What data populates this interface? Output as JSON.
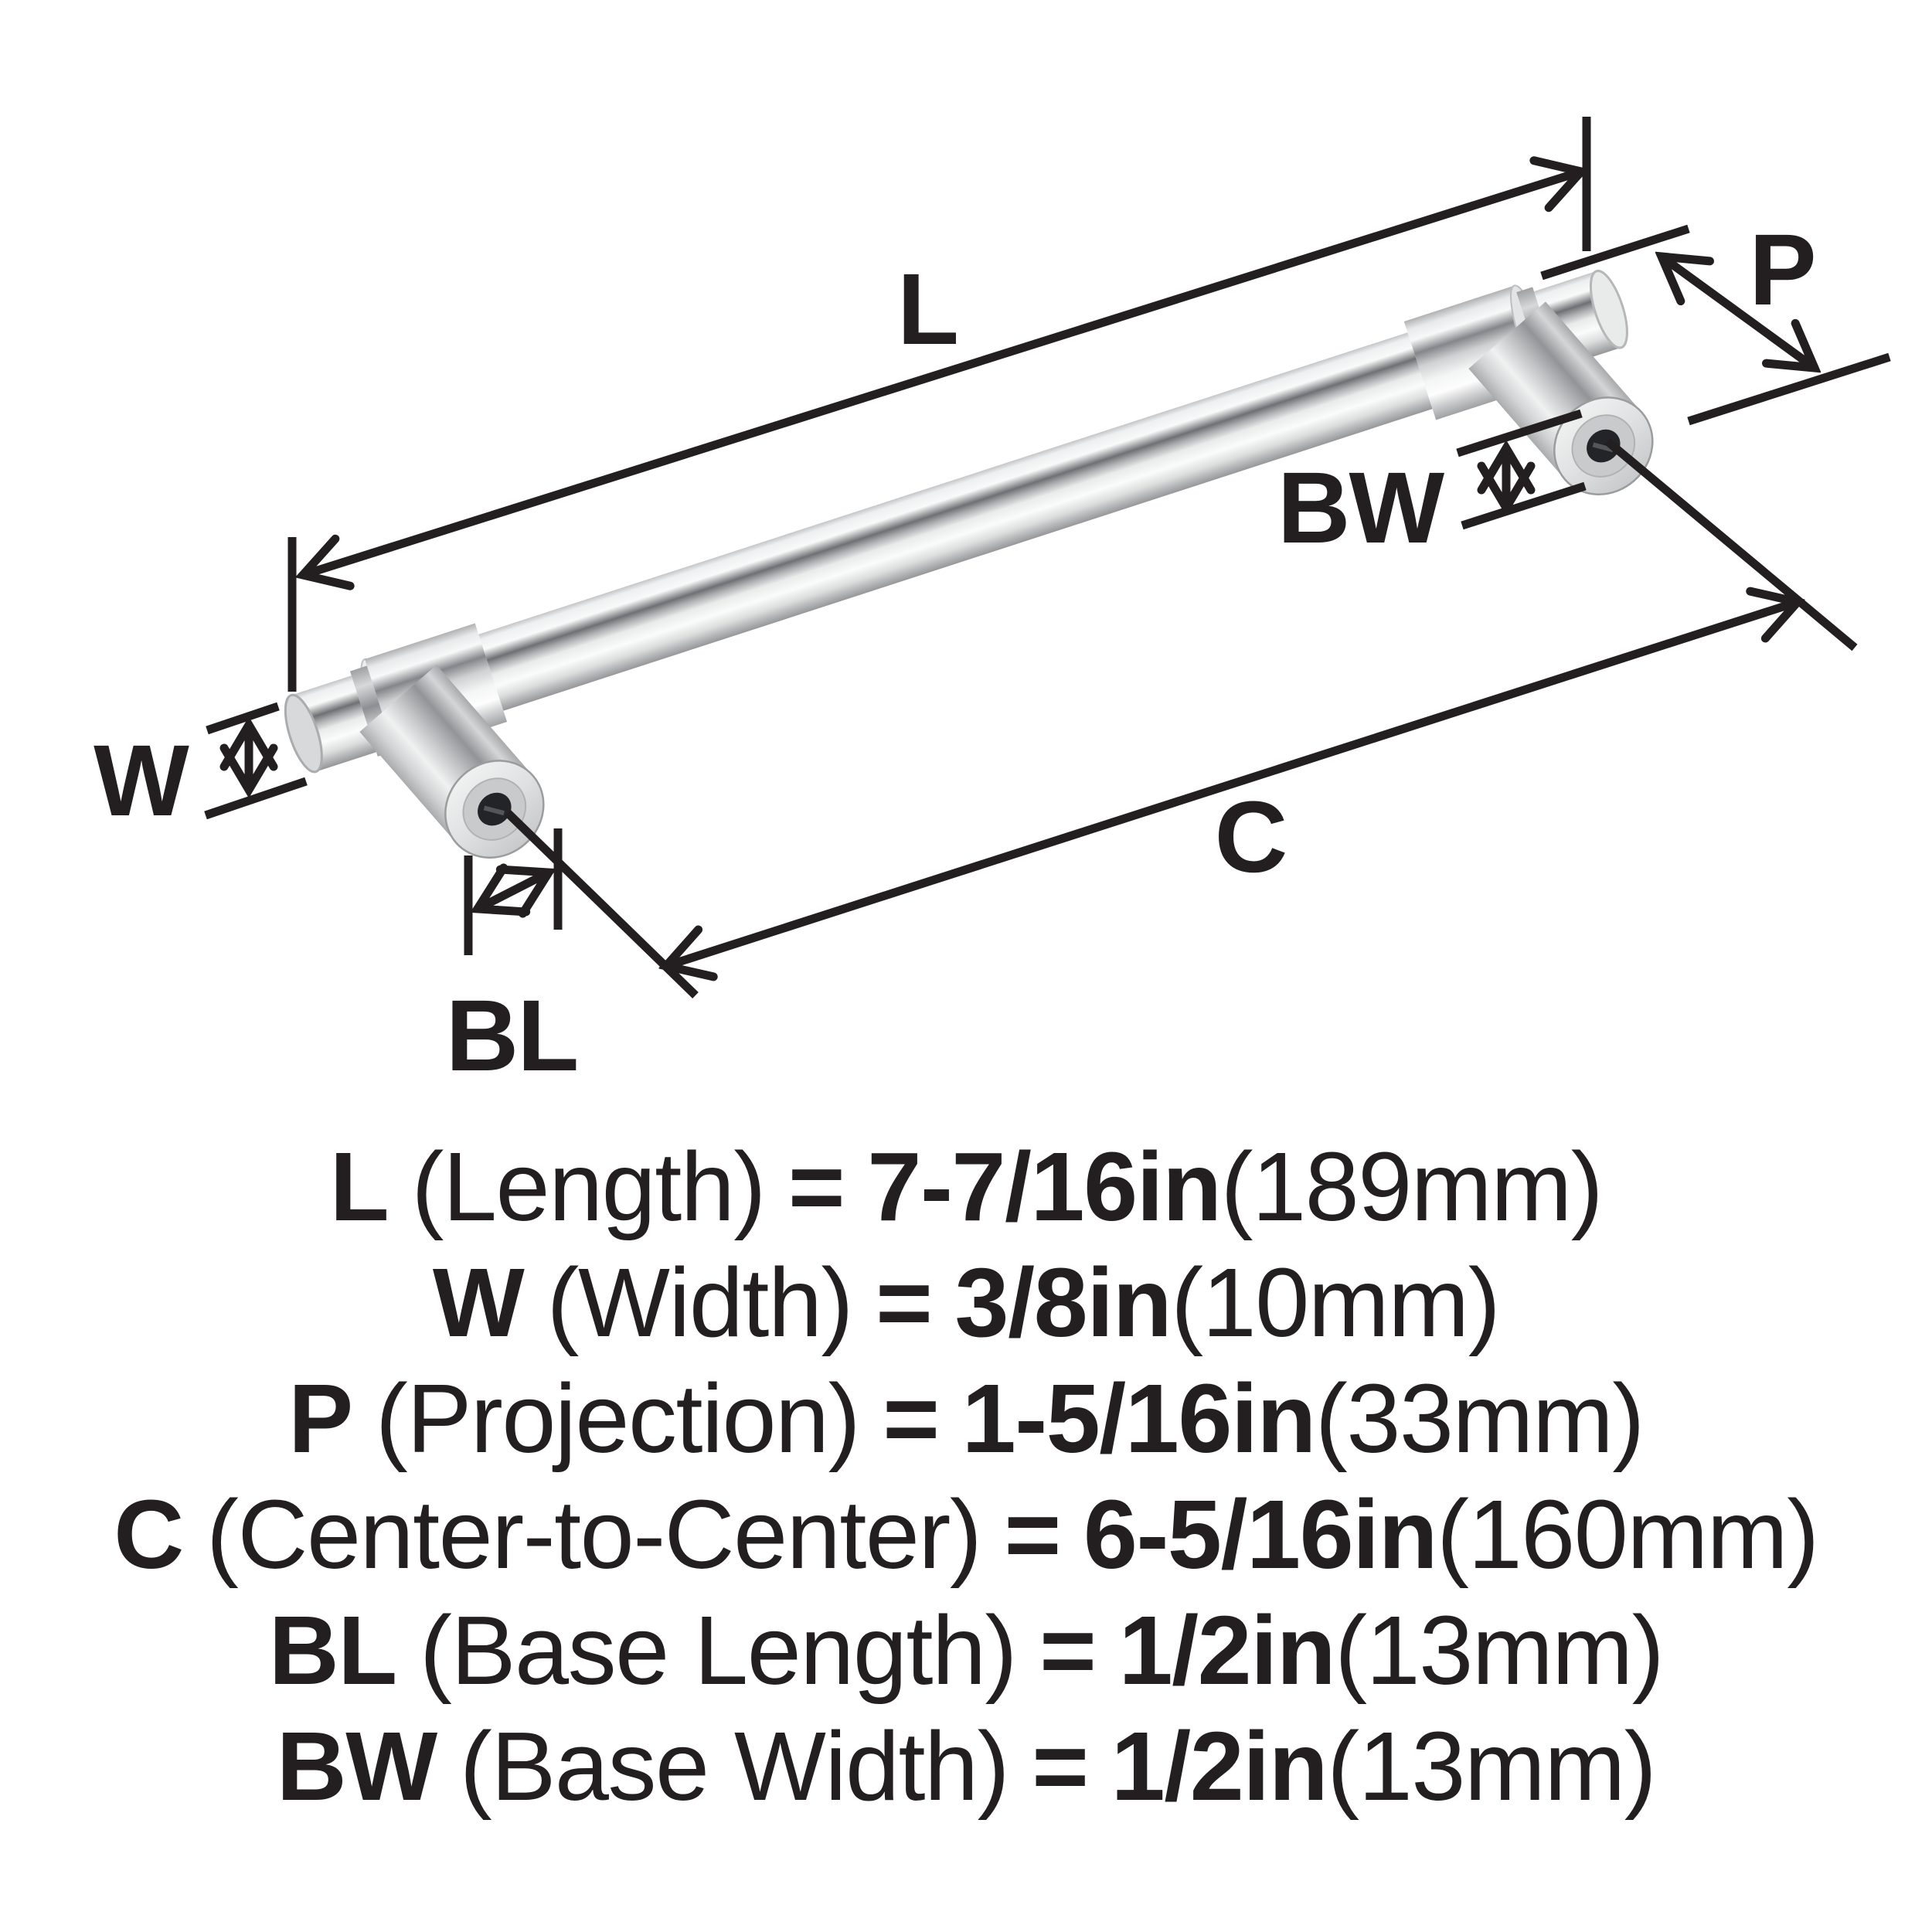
{
  "page": {
    "background": "#ffffff",
    "description": "Bar pull handle dimension diagram"
  },
  "colors": {
    "line": "#231f20",
    "metal_highlight": "#fafbfb",
    "metal_mid": "#c8c9cb",
    "metal_dark": "#6f7073",
    "screw_hole": "#232427"
  },
  "diagram": {
    "labels": {
      "length": "L",
      "width": "W",
      "projection": "P",
      "center_to_center": "C",
      "base_length": "BL",
      "base_width": "BW"
    }
  },
  "legend": {
    "rows": [
      {
        "abbr": "L",
        "desc": "(Length)",
        "eq": "=",
        "value": "7-7/16in",
        "metric": "(189mm)"
      },
      {
        "abbr": "W",
        "desc": "(Width)",
        "eq": "=",
        "value": "3/8in",
        "metric": "(10mm)"
      },
      {
        "abbr": "P",
        "desc": "(Projection)",
        "eq": "=",
        "value": "1-5/16in",
        "metric": "(33mm)"
      },
      {
        "abbr": "C",
        "desc": "(Center-to-Center)",
        "eq": "=",
        "value": "6-5/16in",
        "metric": "(160mm)"
      },
      {
        "abbr": "BL",
        "desc": "(Base Length)",
        "eq": "=",
        "value": "1/2in",
        "metric": "(13mm)"
      },
      {
        "abbr": "BW",
        "desc": "(Base Width)",
        "eq": "=",
        "value": "1/2in",
        "metric": "(13mm)"
      }
    ]
  }
}
